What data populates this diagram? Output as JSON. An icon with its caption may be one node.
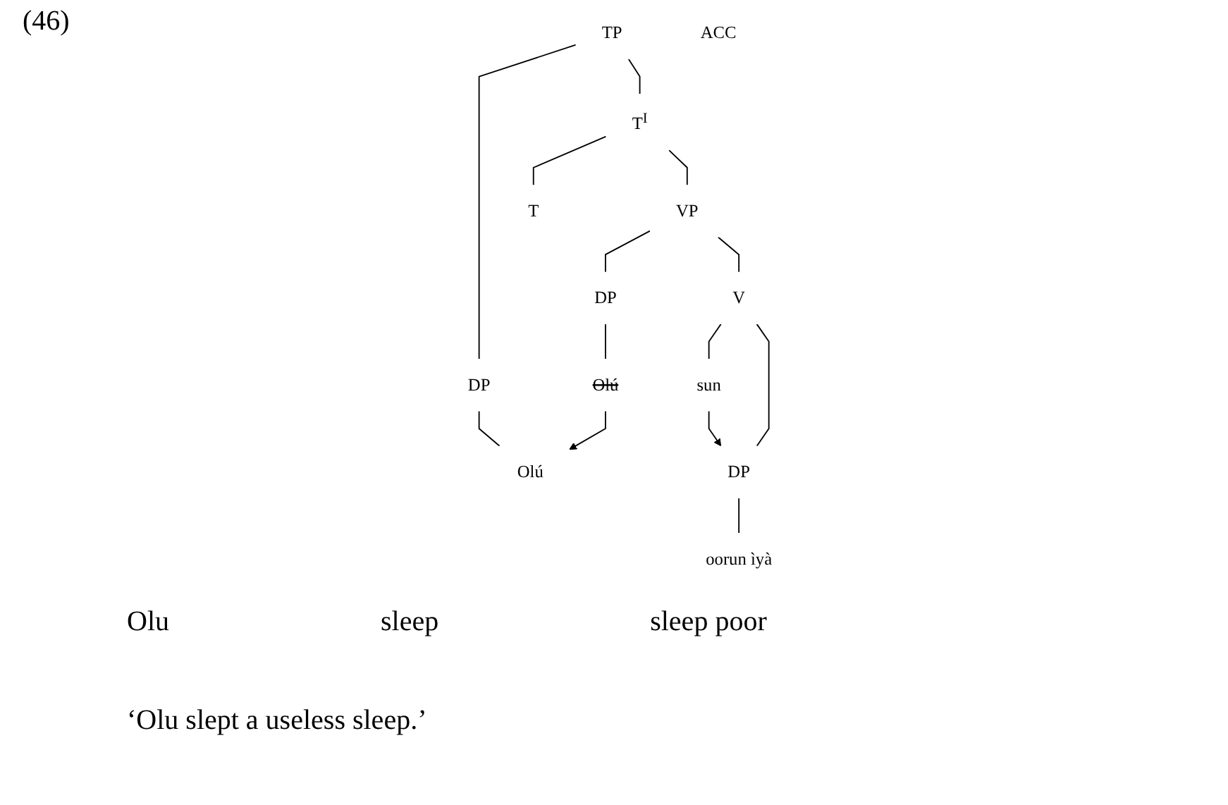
{
  "diagram": {
    "caption": "‘Olu slept a useless sleep.’",
    "nodes": [
      {
        "text": [
          "TP"
        ]
      },
      {
        "text": [
          "DP"
        ]
      },
      {
        "text": [
          "T$^{I}$"
        ]
      },
      {
        "text": [
          "Olú"
        ]
      },
      {
        "text": [
          "T"
        ]
      },
      {
        "text": [
          "VP"
        ]
      },
      {
        "text": [
          "DP"
        ]
      },
      {
        "text": [
          "V"
        ]
      },
      {
        "text": [
          "Olú"
        ]
      },
      {
        "text": [
          "sun"
        ]
      },
      {
        "text": [
          "ACC"
        ]
      },
      {
        "text": [
          "DP"
        ]
      },
      {
        "text": [
          "oorun ìyà"
        ]
      }
    ],
    "edges": [
      {
        "from": 0,
        "to": 1,
        "arrow": "none"
      },
      {
        "from": 0,
        "to": 2,
        "arrow": "none"
      },
      {
        "from": 1,
        "to": 3,
        "arrow": "none"
      },
      {
        "from": 2,
        "to": 4,
        "arrow": "none"
      },
      {
        "from": 2,
        "to": 5,
        "arrow": "none"
      },
      {
        "from": 5,
        "to": 6,
        "arrow": "none"
      },
      {
        "from": 5,
        "to": 7,
        "arrow": "none"
      },
      {
        "from": 6,
        "to": 8,
        "arrow": "none"
      },
      {
        "from": 7,
        "to": 9,
        "arrow": "none"
      },
      {
        "from": 7,
        "to": 11,
        "arrow": "none"
      },
      {
        "from": 11,
        "to": 12,
        "arrow": "none"
      },
      {
        "from": 8,
        "to": 3,
        "arrow": "to"
      },
      {
        "from": 9,
        "to": 11,
        "arrow": "to"
      }
    ],
    "labels": [
      "(46)",
      "Olu",
      "sleep",
      "sleep poor"
    ]
  }
}
